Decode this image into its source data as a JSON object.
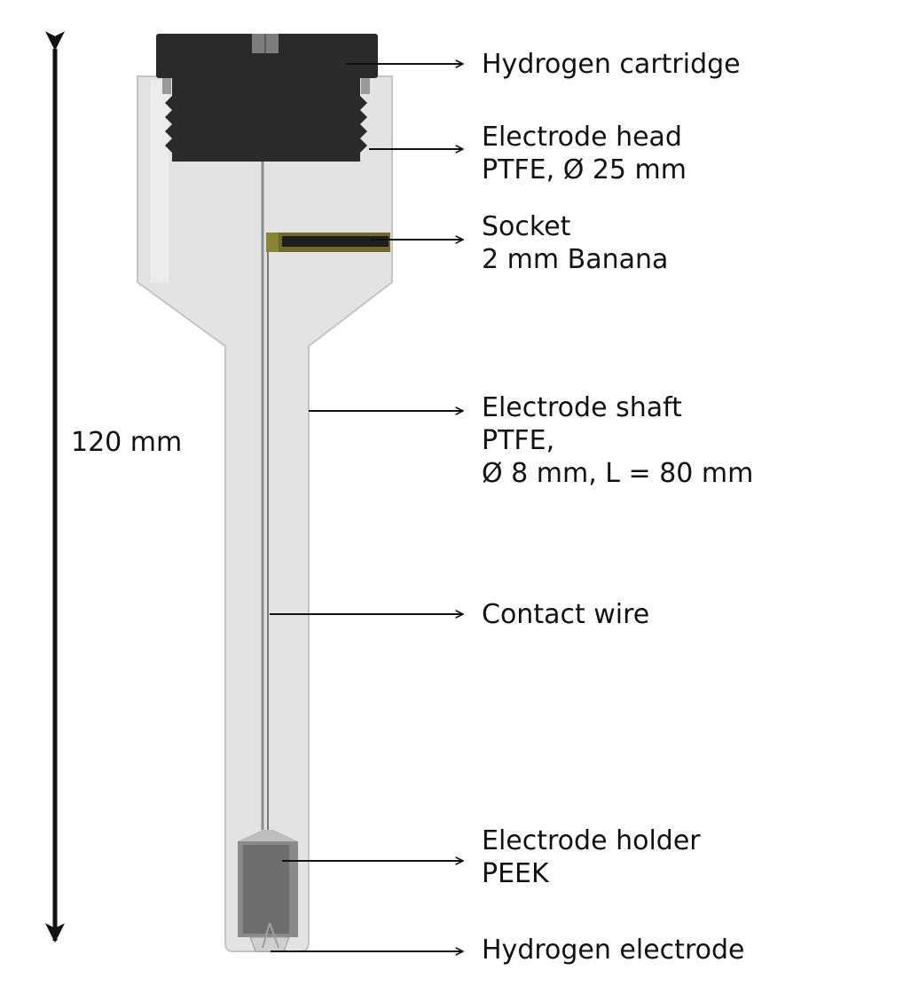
{
  "dimension": {
    "label": "120 mm"
  },
  "labels": {
    "hydrogen_cartridge": {
      "line1": "Hydrogen cartridge"
    },
    "electrode_head": {
      "line1": "Electrode head",
      "line2": "PTFE, Ø 25 mm"
    },
    "socket": {
      "line1": "Socket",
      "line2": "2 mm Banana"
    },
    "electrode_shaft": {
      "line1": "Electrode shaft",
      "line2": "PTFE,",
      "line3": "Ø 8 mm, L = 80 mm"
    },
    "contact_wire": {
      "line1": "Contact wire"
    },
    "electrode_holder": {
      "line1": "Electrode holder",
      "line2": "PEEK"
    },
    "hydrogen_electrode": {
      "line1": "Hydrogen electrode"
    }
  },
  "colors": {
    "ptfe_body": "#e3e3e3",
    "body_outline": "#c4c4c4",
    "cartridge": "#2a2a2a",
    "socket": "#6f6a2a",
    "holder": "#707070",
    "arrow": "#111111"
  }
}
